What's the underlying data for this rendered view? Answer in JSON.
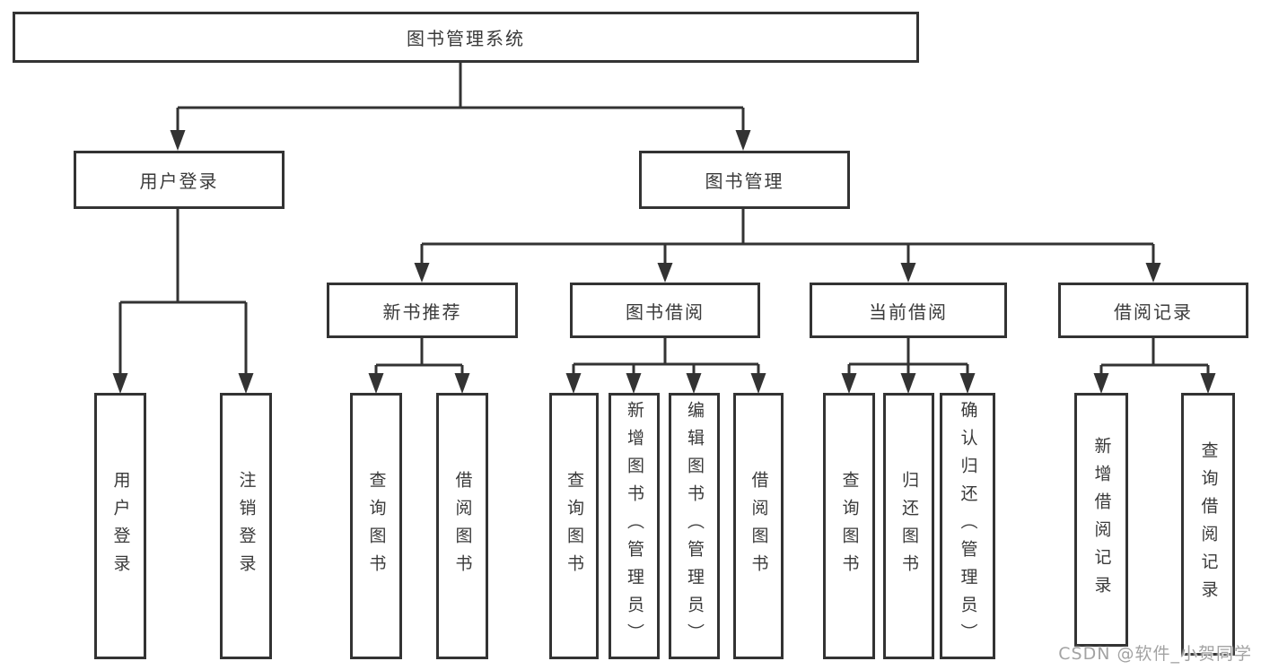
{
  "watermark": "CSDN @软件_小贺同学",
  "colors": {
    "line": "#333333",
    "box_border": "#333333",
    "text": "#3a3a3a",
    "background": "#ffffff",
    "watermark": "#a3a3a3"
  },
  "tree": {
    "root": {
      "label": "图书管理系统"
    },
    "branches": [
      {
        "label": "用户登录",
        "children": [
          {
            "label": "用户登录"
          },
          {
            "label": "注销登录"
          }
        ]
      },
      {
        "label": "图书管理",
        "children": [
          {
            "label": "新书推荐",
            "children": [
              {
                "label": "查询图书"
              },
              {
                "label": "借阅图书"
              }
            ]
          },
          {
            "label": "图书借阅",
            "children": [
              {
                "label": "查询图书"
              },
              {
                "label": "新增图书（管理员）"
              },
              {
                "label": "编辑图书（管理员）"
              },
              {
                "label": "借阅图书"
              }
            ]
          },
          {
            "label": "当前借阅",
            "children": [
              {
                "label": "查询图书"
              },
              {
                "label": "归还图书"
              },
              {
                "label": "确认归还（管理员）"
              }
            ]
          },
          {
            "label": "借阅记录",
            "children": [
              {
                "label": "新增借阅记录"
              },
              {
                "label": "查询借阅记录"
              }
            ]
          }
        ]
      }
    ]
  }
}
